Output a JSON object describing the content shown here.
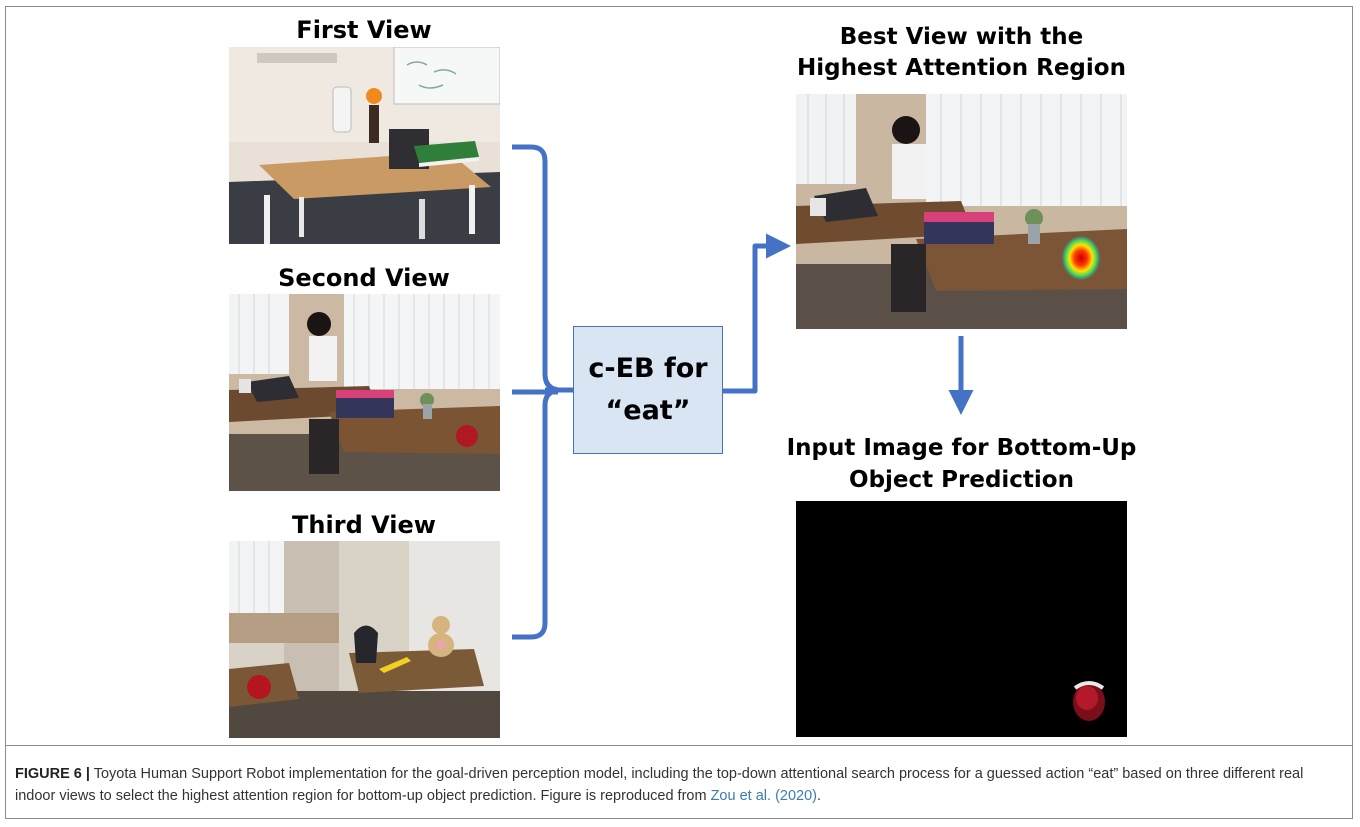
{
  "figure": {
    "views": [
      {
        "label": "First View"
      },
      {
        "label": "Second View"
      },
      {
        "label": "Third View"
      }
    ],
    "process_box": {
      "line1": "c-EB for",
      "line2": "“eat”"
    },
    "best_view": {
      "line1": "Best View with the",
      "line2": "Highest Attention Region"
    },
    "input_image": {
      "line1": "Input Image for Bottom-Up",
      "line2": "Object Prediction"
    },
    "colors": {
      "accent": "#4472c4",
      "box_fill": "#dae5f3",
      "heatmap_core": "#c80000",
      "mask_background": "#000000"
    }
  },
  "caption": {
    "figure_number": "FIGURE 6 |",
    "text": " Toyota Human Support Robot implementation for the goal-driven perception model, including the top-down attentional search process for a guessed action “eat” based on three different real indoor views to select the highest attention region for bottom-up object prediction. Figure is reproduced from ",
    "reference": "Zou et al.",
    "reference_year": "(2020)",
    "end": "."
  }
}
